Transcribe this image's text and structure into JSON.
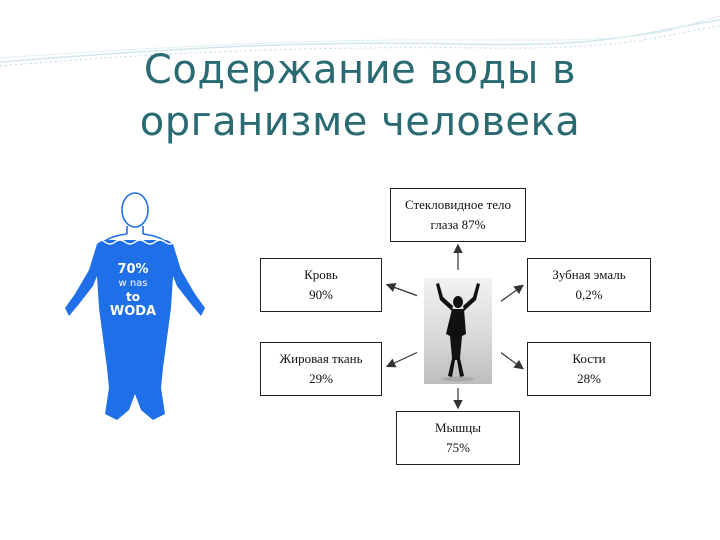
{
  "title": {
    "line1": "Содержание воды в",
    "line2": "организме человека"
  },
  "water_figure": {
    "line1": "70%",
    "line2": "w nas",
    "line3": "to",
    "line4": "WODA",
    "fill_color": "#1f6fe8",
    "fill_level": 0.7
  },
  "boxes": {
    "eye": {
      "name": "Стекловидное тело",
      "value": "глаза 87%"
    },
    "blood": {
      "name": "Кровь",
      "value": "90%"
    },
    "enamel": {
      "name": "Зубная эмаль",
      "value": "0,2%"
    },
    "fat": {
      "name": "Жировая ткань",
      "value": "29%"
    },
    "bone": {
      "name": "Кости",
      "value": "28%"
    },
    "muscle": {
      "name": "Мышцы",
      "value": "75%"
    }
  },
  "colors": {
    "title": "#2a6b73",
    "wave": "#9fd0d8",
    "arrow": "#333333"
  }
}
